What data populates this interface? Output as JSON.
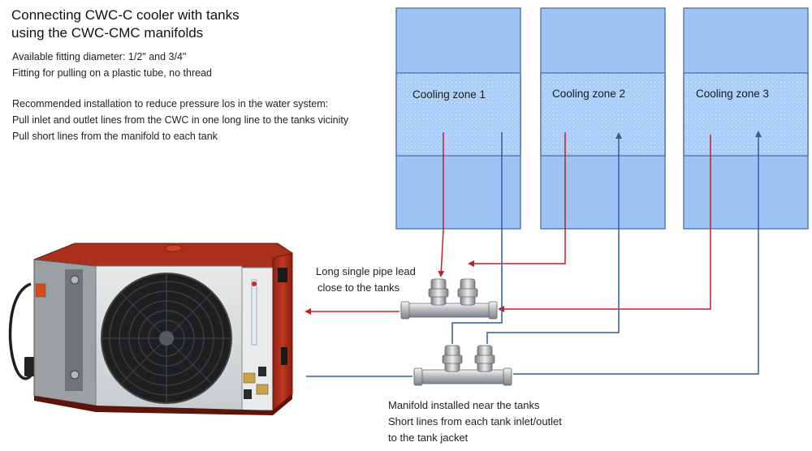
{
  "title": {
    "line1": "Connecting CWC-C cooler with tanks",
    "line2": "using the CWC-CMC manifolds"
  },
  "info": {
    "line1": "Available fitting diameter: 1/2\" and 3/4\"",
    "line2": "Fitting for pulling on a plastic tube, no thread",
    "line3": "Recommended installation to reduce pressure los in the water system:",
    "line4": "Pull inlet and outlet lines from the CWC in one long line to the tanks vicinity",
    "line5": "Pull short lines from the manifold to each tank"
  },
  "tanks": [
    {
      "label": "Cooling zone 1"
    },
    {
      "label": "Cooling zone 2"
    },
    {
      "label": "Cooling zone 3"
    }
  ],
  "annotations": {
    "long_pipe_line1": "Long single pipe lead",
    "long_pipe_line2": "close to the tanks",
    "manifold_line1": "Manifold installed near the tanks",
    "manifold_line2": "Short lines from each tank inlet/outlet",
    "manifold_line3": "to the tank jacket"
  },
  "colors": {
    "tank_fill": "#9dc3f5",
    "tank_border": "#5a7fb0",
    "hot_line": "#c0202a",
    "cold_line": "#2f5f9a",
    "cooler_body": "#b0321f"
  },
  "icons": {
    "cooler": "water-chiller-unit",
    "fan": "fan-icon",
    "manifold": "pipe-manifold-icon"
  }
}
